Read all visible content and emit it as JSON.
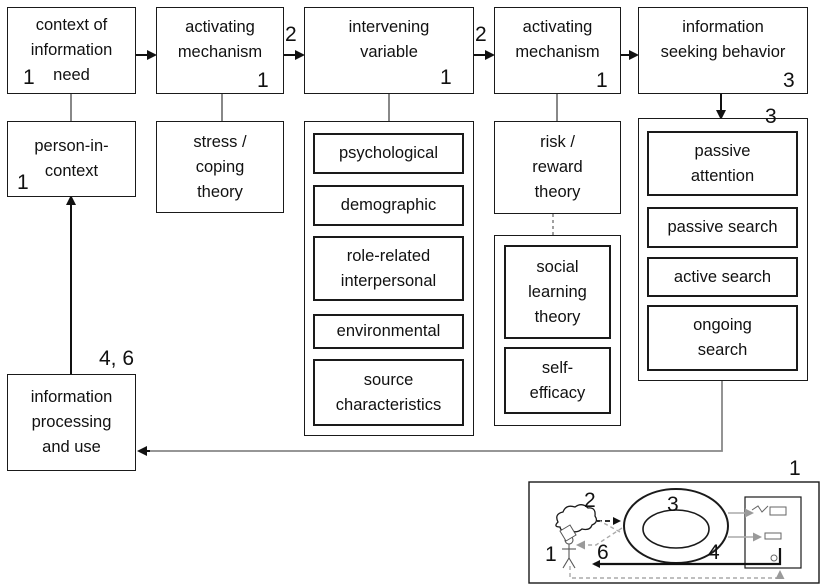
{
  "boxes": {
    "context": "context of\ninformation\nneed",
    "activating_1": "activating\nmechanism",
    "intervening": "intervening\nvariable",
    "activating_2": "activating\nmechanism",
    "seeking": "information\nseeking behavior",
    "person": "person-in-\ncontext",
    "stress": "stress /\ncoping\ntheory",
    "risk": "risk /\nreward\ntheory",
    "processing": "information\nprocessing\nand use"
  },
  "intervening_items": [
    "psychological",
    "demographic",
    "role-related\ninterpersonal",
    "environmental",
    "source\ncharacteristics"
  ],
  "risk_items": [
    "social\nlearning\ntheory",
    "self-\nefficacy"
  ],
  "seeking_items": [
    "passive\nattention",
    "passive search",
    "active search",
    "ongoing\nsearch"
  ],
  "numbers": {
    "context": "1",
    "activating_1": "1",
    "arrow_1": "2",
    "intervening": "1",
    "arrow_2": "2",
    "activating_2": "1",
    "seeking": "3",
    "seeking_group": "3",
    "person": "1",
    "processing": "4, 6",
    "inset": "1"
  },
  "inset_numbers": {
    "person": "1",
    "thought": "2",
    "sphere": "3",
    "return": "4",
    "use": "6"
  }
}
